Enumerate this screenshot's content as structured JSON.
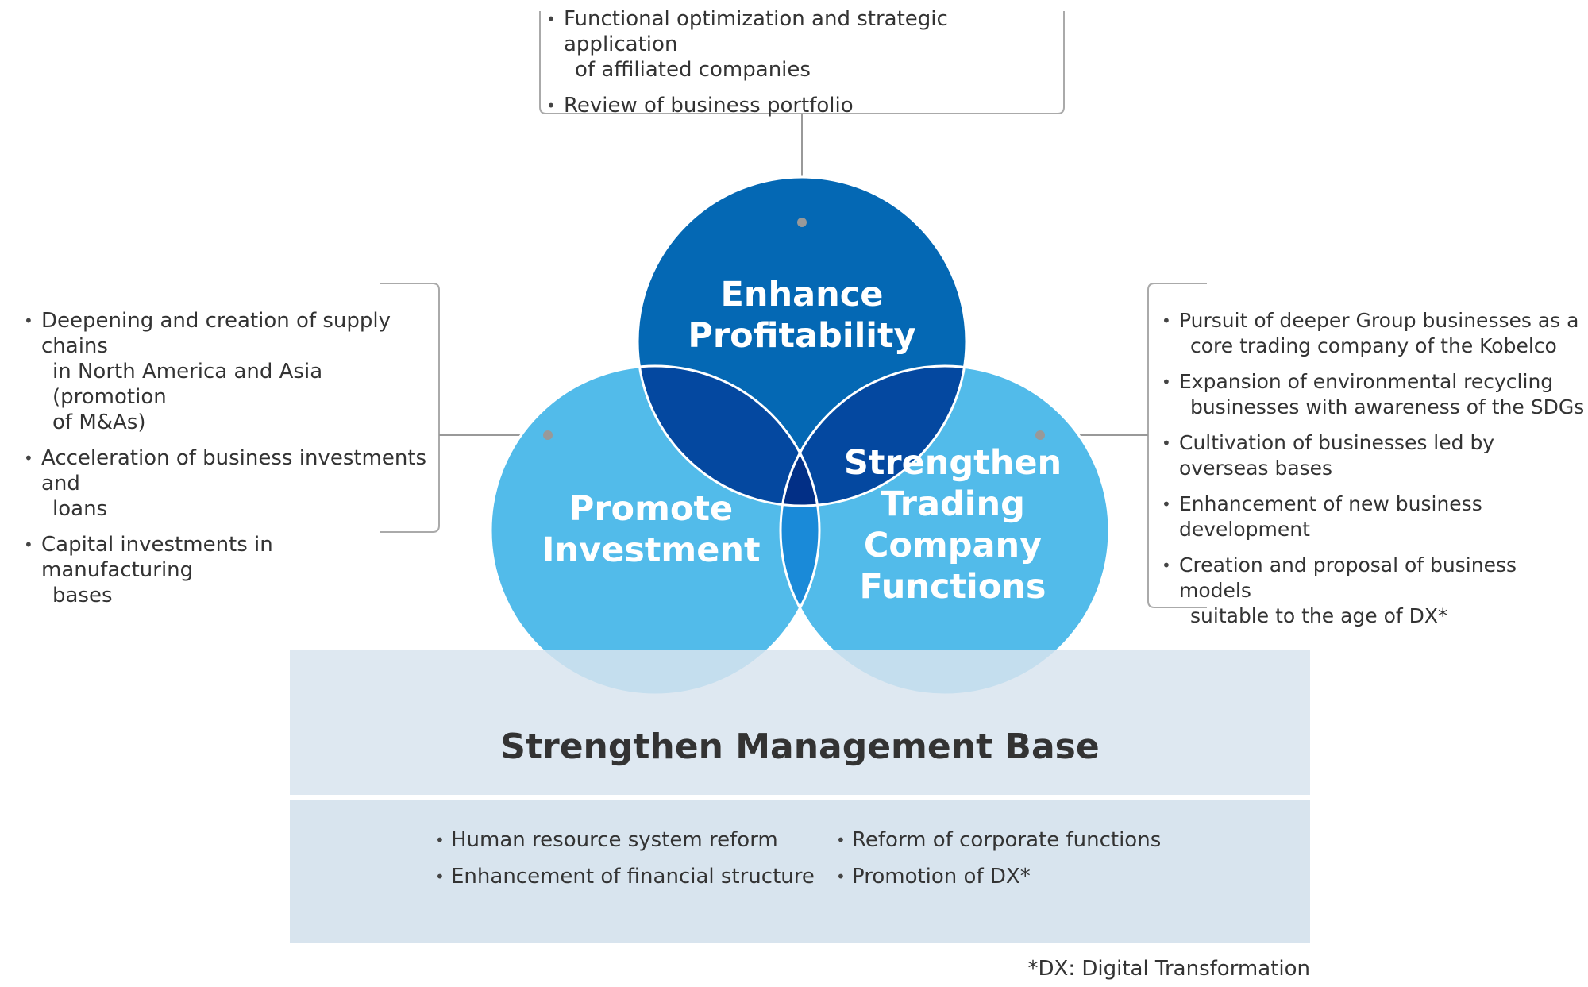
{
  "circles": {
    "profit": {
      "title_line1": "Enhance",
      "title_line2": "Profitability",
      "color": "#0468b4"
    },
    "invest": {
      "title_line1": "Promote",
      "title_line2": "Investment",
      "color": "#52bbea"
    },
    "trading": {
      "title_line1": "Strengthen",
      "title_line2": "Trading",
      "title_line3": "Company",
      "title_line4": "Functions",
      "color": "#52bbea"
    },
    "overlap_profit_invest_color": "#0448a0",
    "overlap_profit_trading_color": "#0448a0",
    "overlap_invest_trading_color": "#1a8ad8",
    "overlap_center_color": "#022f86"
  },
  "top_box": {
    "items": [
      {
        "line1": "Functional optimization and strategic application",
        "line2": "of affiliated companies"
      },
      {
        "line1": "Review of business portfolio",
        "line2": ""
      }
    ]
  },
  "left_box": {
    "items": [
      {
        "line1": "Deepening and creation of supply chains",
        "line2": "in North America and Asia (promotion",
        "line3": "of M&As)"
      },
      {
        "line1": "Acceleration of business investments and",
        "line2": "loans",
        "line3": ""
      },
      {
        "line1": "Capital investments in manufacturing",
        "line2": "bases",
        "line3": ""
      }
    ]
  },
  "right_box": {
    "items": [
      {
        "line1": "Pursuit of deeper Group businesses as a",
        "line2": "core trading company of the Kobelco"
      },
      {
        "line1": "Expansion of environmental recycling",
        "line2": "businesses with awareness of the SDGs"
      },
      {
        "line1": "Cultivation of businesses led by overseas bases",
        "line2": ""
      },
      {
        "line1": "Enhancement of new business development",
        "line2": ""
      },
      {
        "line1": "Creation and proposal of business models",
        "line2": "suitable to the age of DX*"
      }
    ]
  },
  "base": {
    "title": "Strengthen Management Base",
    "color": "#d8e4ee",
    "left_items": [
      "Human resource system reform",
      "Enhancement of financial structure"
    ],
    "right_items": [
      "Reform of corporate functions",
      "Promotion of DX*"
    ]
  },
  "footnote": "*DX: Digital Transformation",
  "colors": {
    "connector": "#999999",
    "bracket": "#aaaaaa",
    "text": "#333333"
  }
}
